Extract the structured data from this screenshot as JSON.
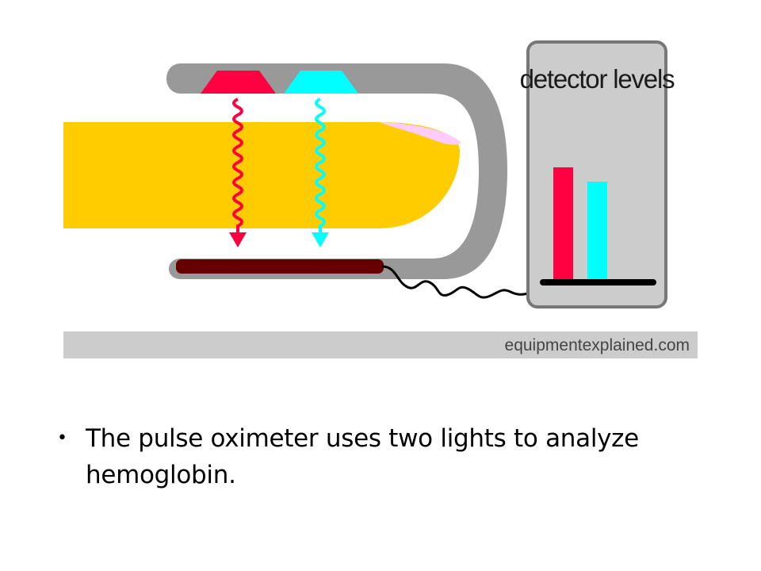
{
  "diagram": {
    "panel_title": "detector levels",
    "watermark": "equipmentexplained.com",
    "colors": {
      "red_light": "#ff0040",
      "cyan_light": "#00ffff",
      "finger": "#ffcc00",
      "nail": "#ffccff",
      "clip": "#999999",
      "sensor": "#660000",
      "panel_bg": "#cccccc",
      "banner_bg": "#cccccc"
    },
    "detector_levels": {
      "red": 0.8,
      "cyan": 0.7
    }
  },
  "slide": {
    "bullet_symbol": "•",
    "bullet_text": "The pulse oximeter uses two lights to analyze hemoglobin."
  }
}
